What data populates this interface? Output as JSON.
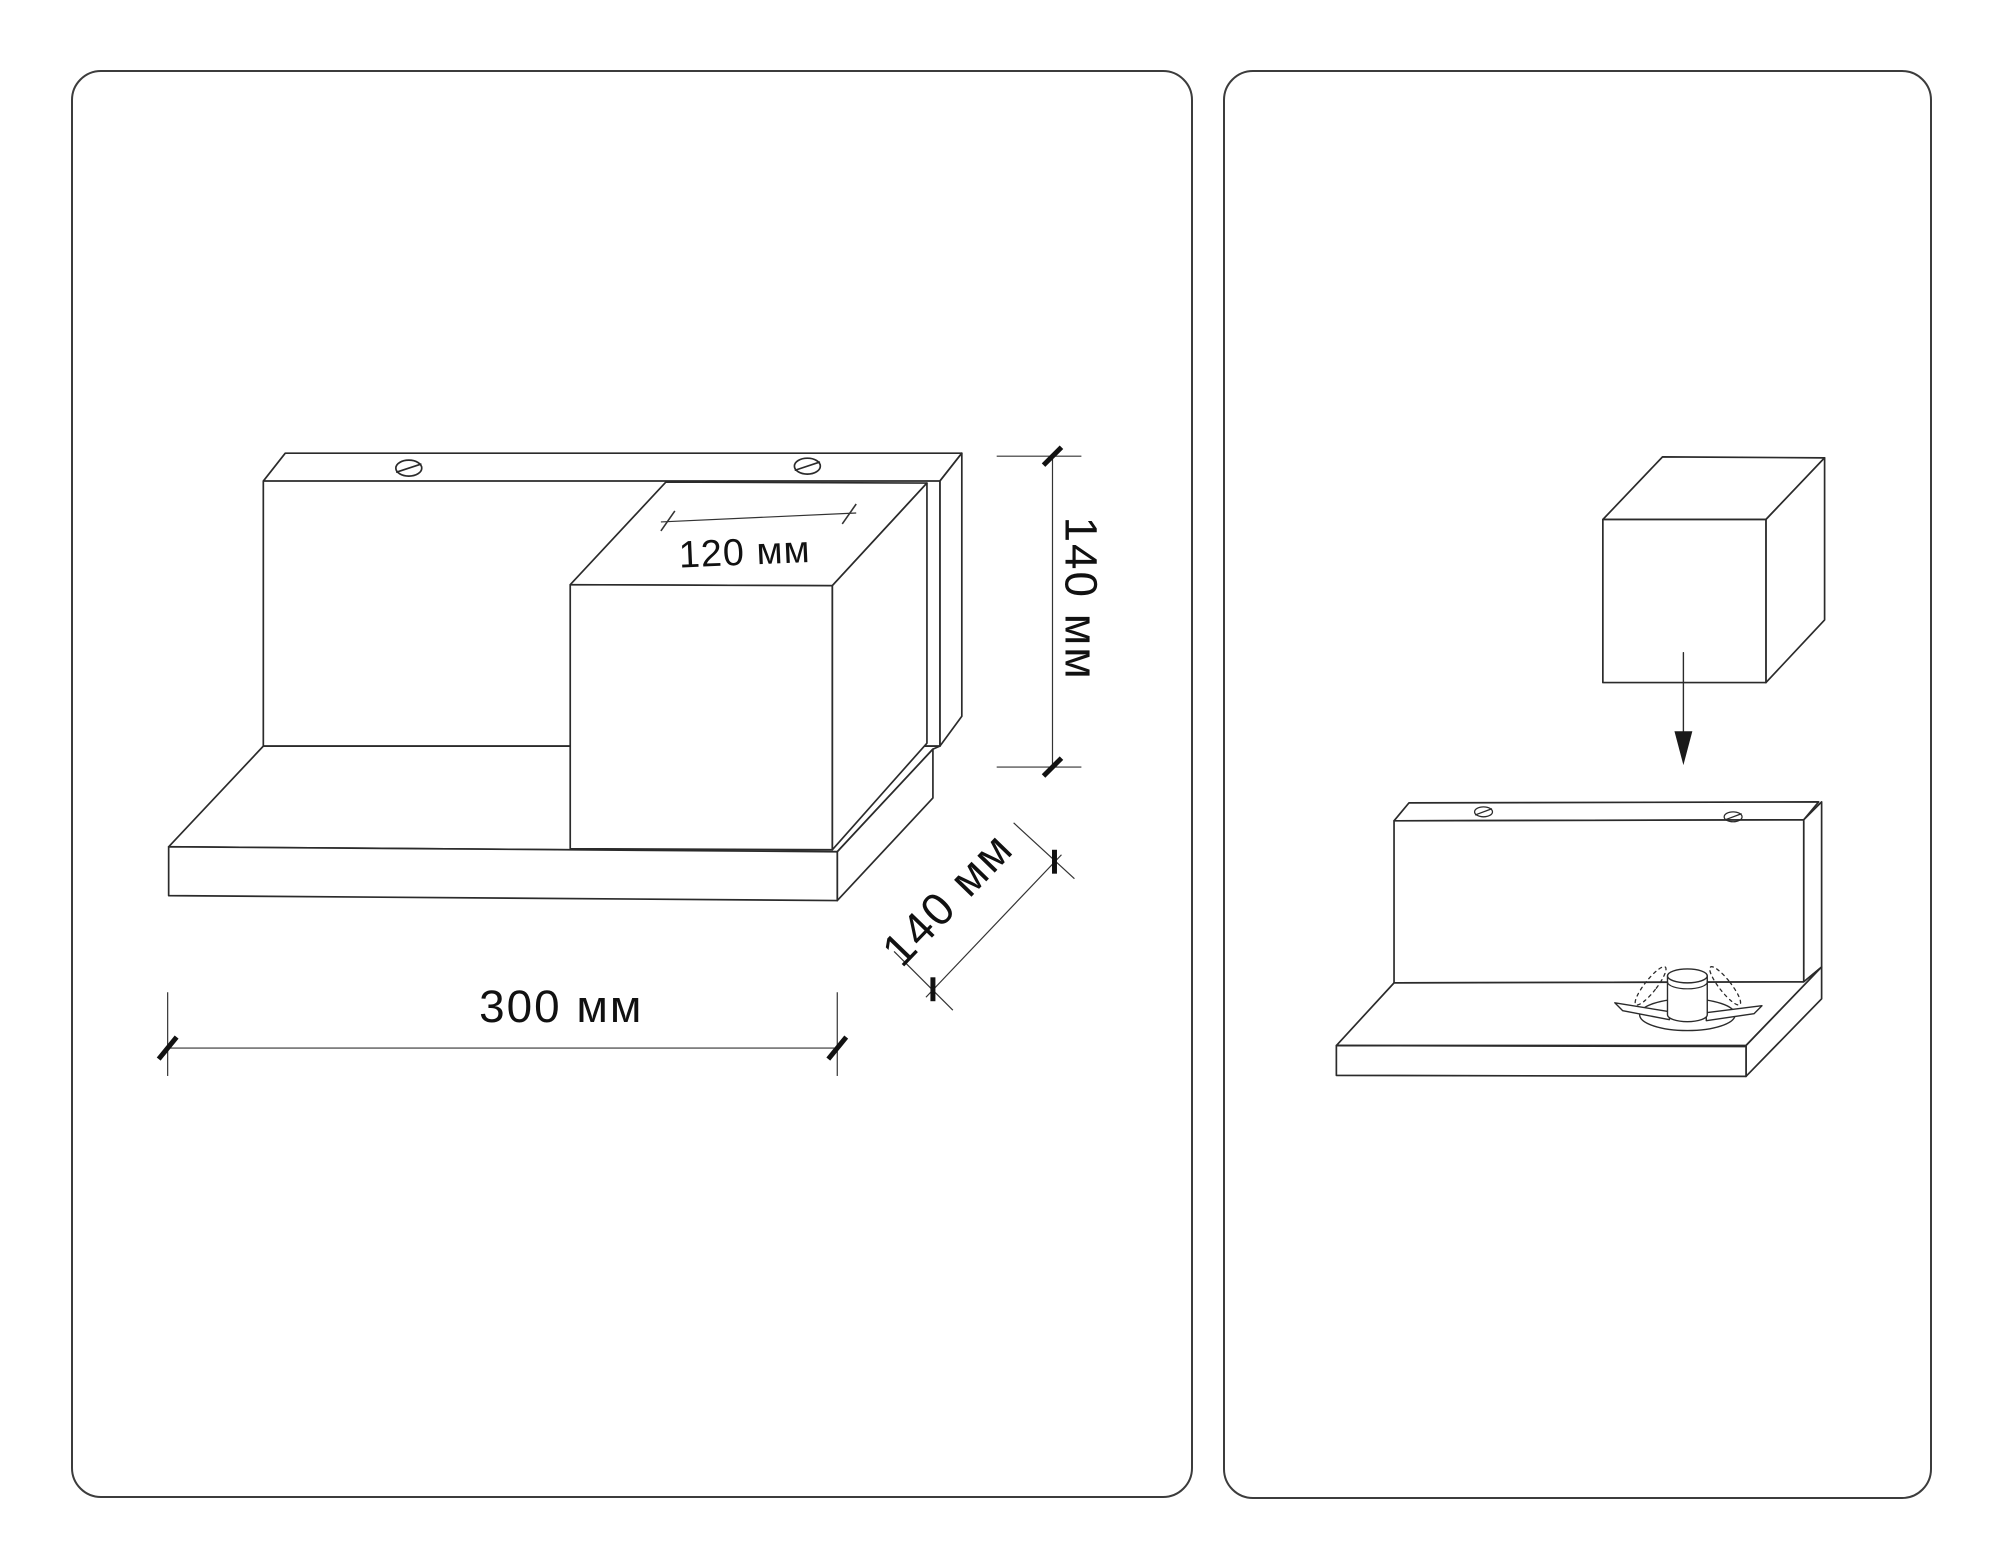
{
  "page": {
    "background": "#ffffff",
    "description_units": "мм"
  },
  "colors": {
    "line": "#2b2b2b",
    "dimension_line": "#333333",
    "tick": "#111111",
    "panel_border": "#3c3c3c",
    "background": "#ffffff",
    "text": "#111111"
  },
  "panels": {
    "dimensions": {
      "labels": {
        "box_width": "120 мм",
        "height": "140 мм",
        "depth": "140 мм",
        "width": "300 мм"
      },
      "screw_count": 2
    },
    "assembly": {
      "screw_count": 2
    }
  }
}
